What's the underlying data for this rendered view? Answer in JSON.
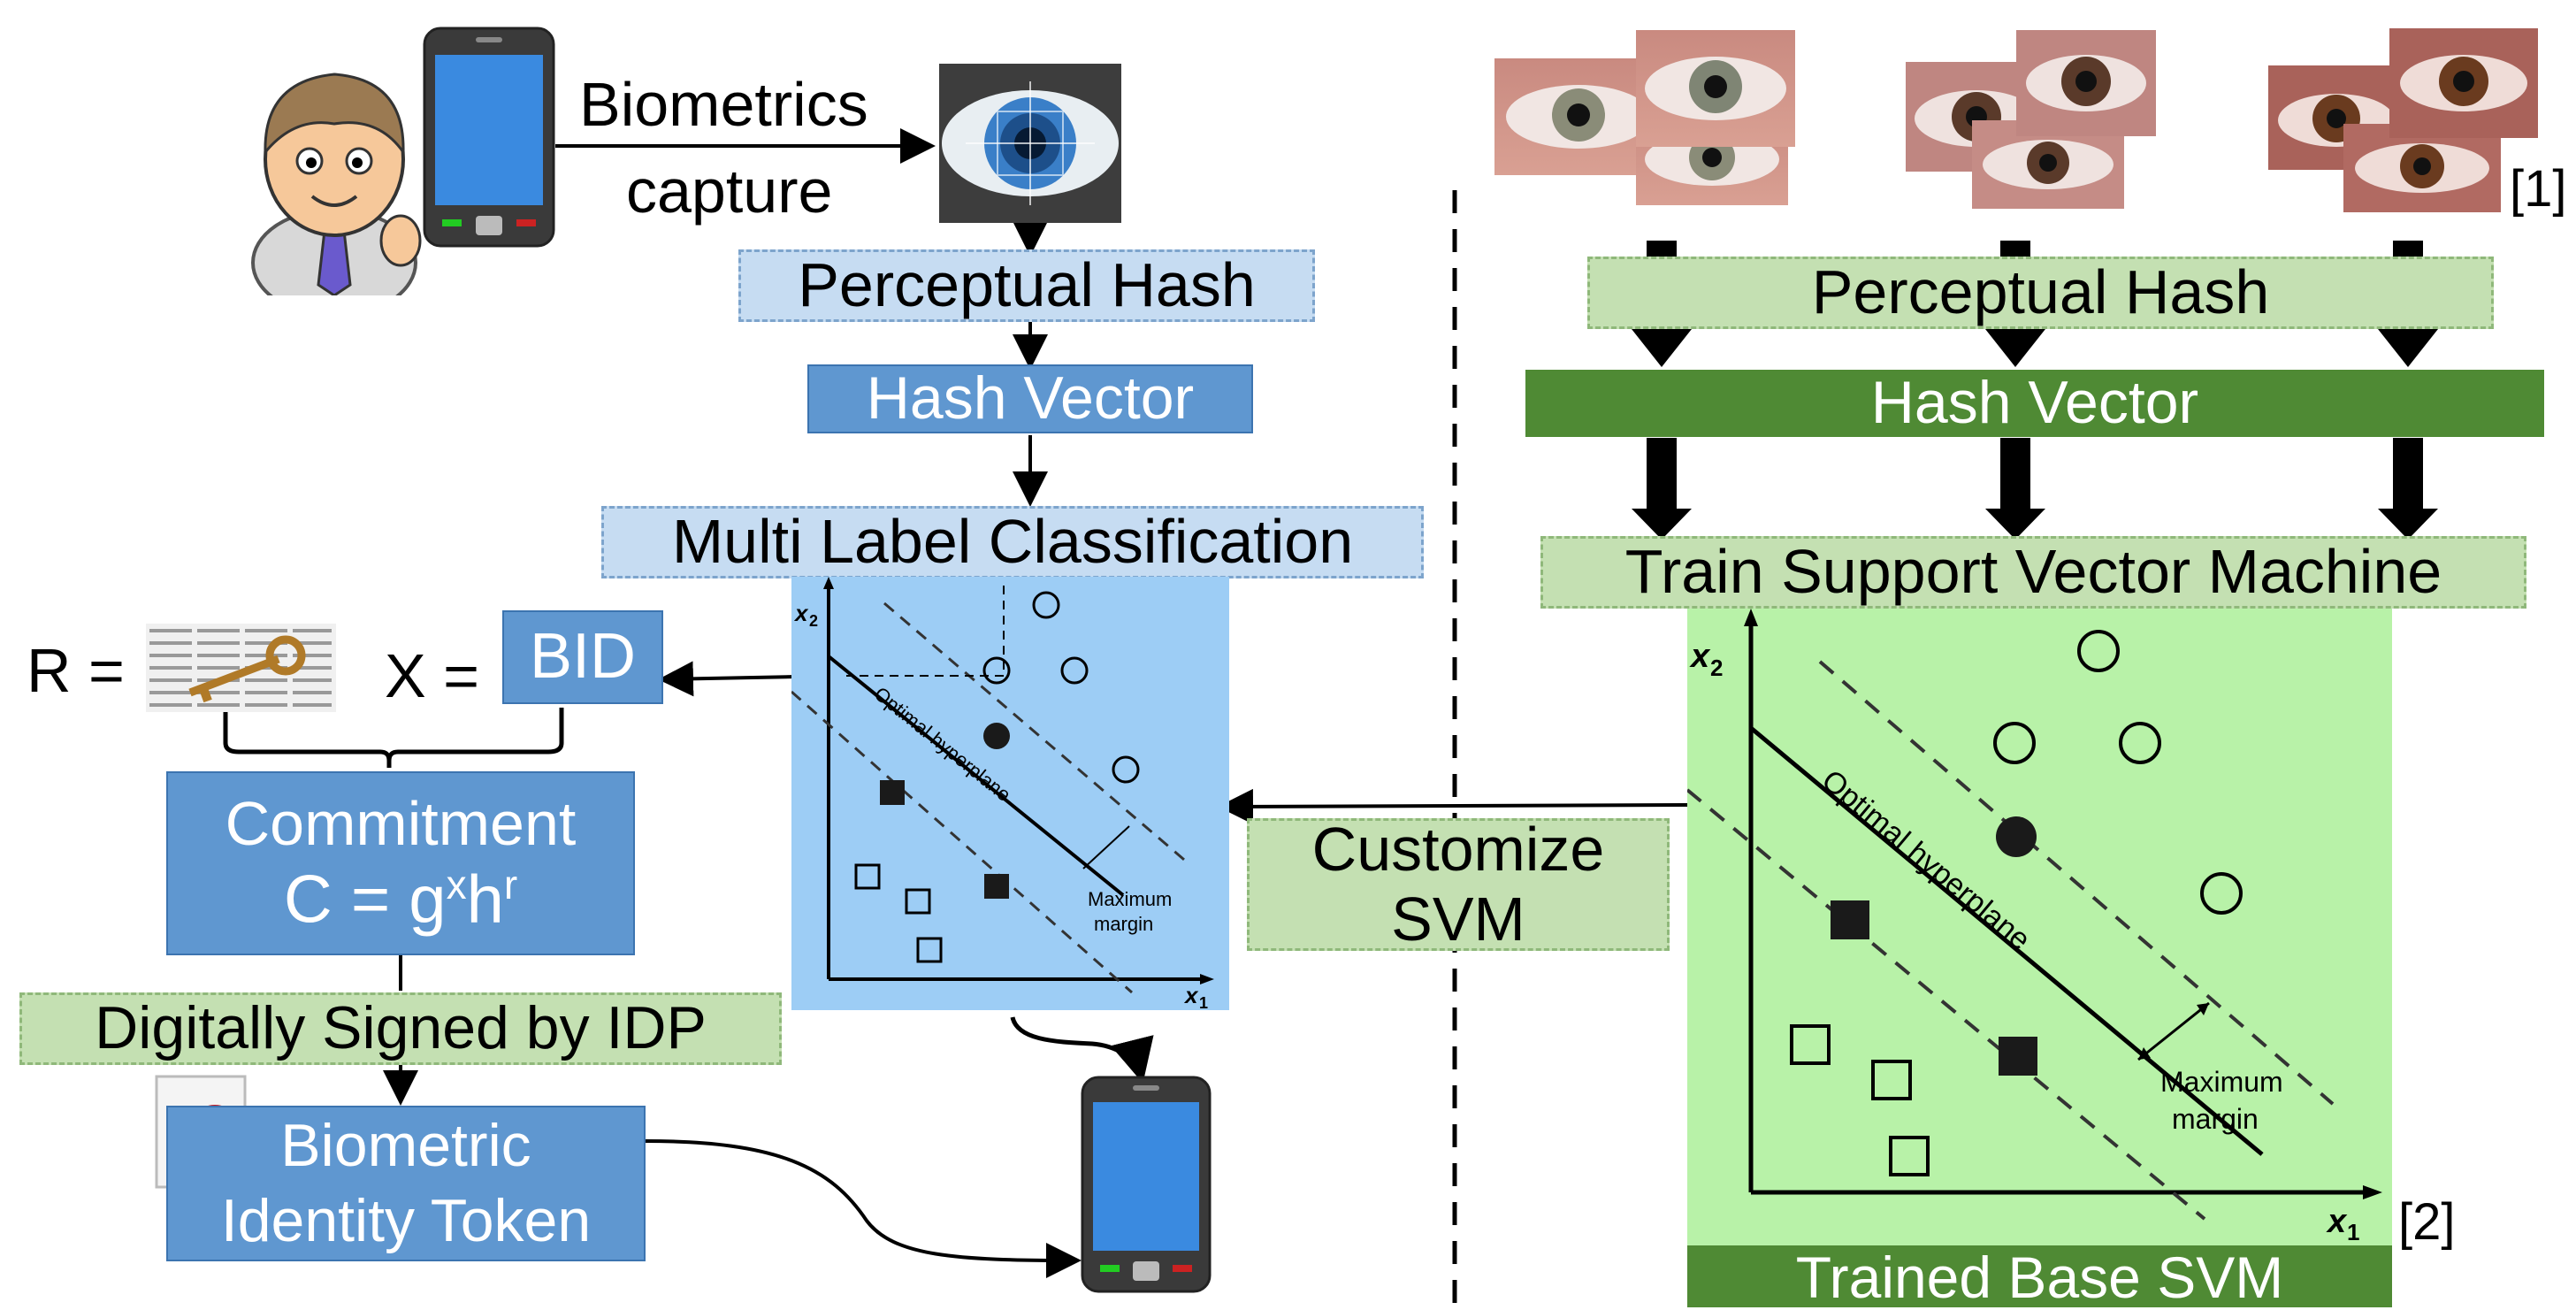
{
  "left": {
    "capture_label_1": "Biometrics",
    "capture_label_2": "capture",
    "perceptual_hash": "Perceptual Hash",
    "hash_vector": "Hash Vector",
    "multi_label": "Multi Label Classification",
    "r_label": "R =",
    "x_label": "X =",
    "bid": "BID",
    "commitment_title": "Commitment",
    "commitment_formula_base": "C = g",
    "commitment_formula_x": "x",
    "commitment_formula_h": "h",
    "commitment_formula_r": "r",
    "signed": "Digitally Signed by IDP",
    "token_line1": "Biometric",
    "token_line2": "Identity Token"
  },
  "middle": {
    "customize_line1": "Customize",
    "customize_line2": "SVM"
  },
  "right": {
    "ref1": "[1]",
    "ref2": "[2]",
    "perceptual_hash": "Perceptual Hash",
    "hash_vector": "Hash Vector",
    "train_svm": "Train Support Vector Machine",
    "trained_base": "Trained Base SVM"
  },
  "svm_plot": {
    "x_axis": "x",
    "x_sub": "1",
    "y_axis": "x",
    "y_sub": "2",
    "hyperplane_label": "Optimal hyperplane",
    "margin_line1": "Maximum",
    "margin_line2": "margin"
  },
  "colors": {
    "light_blue_box": "#c6dcf2",
    "solid_blue": "#5f97d0",
    "light_green_box": "#c4e0b2",
    "dark_green": "#4f8a34",
    "svm_left_bg": "#9dcdf5",
    "svm_right_bg": "#b8f2a8"
  }
}
